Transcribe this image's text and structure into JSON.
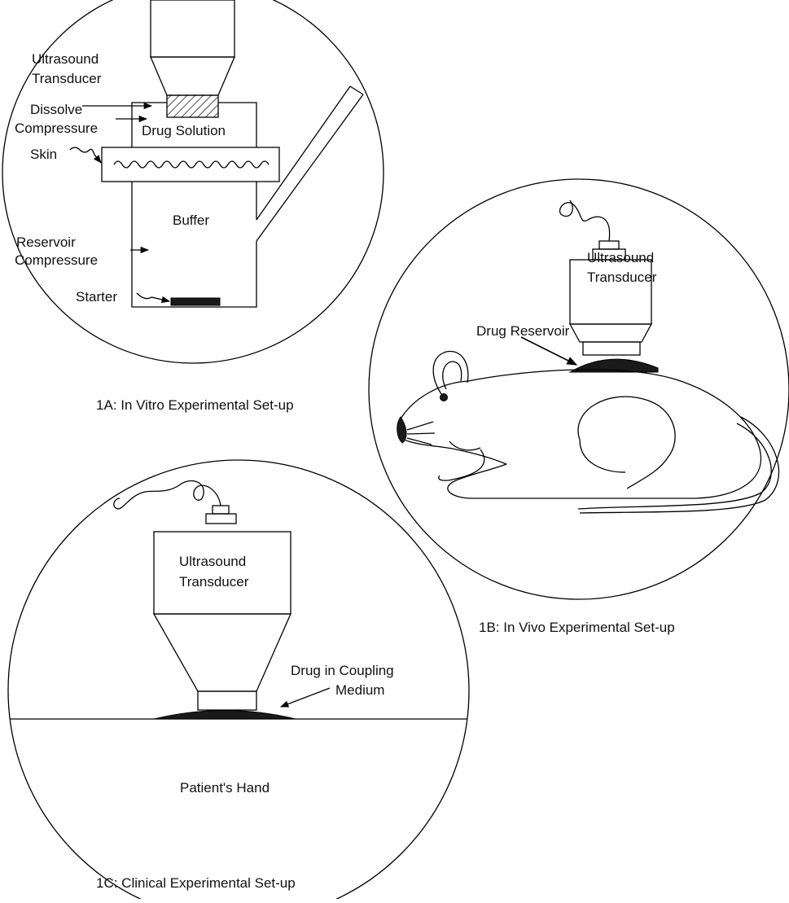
{
  "panel_a": {
    "labels": {
      "transducer_line1": "Ultrasound",
      "transducer_line2": "Transducer",
      "dissolve_line1": "Dissolve",
      "dissolve_line2": "Compressure",
      "drug_solution": "Drug Solution",
      "skin": "Skin",
      "buffer": "Buffer",
      "reservoir_line1": "Reservoir",
      "reservoir_line2": "Compressure",
      "starter": "Starter"
    },
    "caption": "1A: In Vitro Experimental Set-up"
  },
  "panel_b": {
    "labels": {
      "transducer_line1": "Ultrasound",
      "transducer_line2": "Transducer",
      "drug_reservoir": "Drug Reservoir"
    },
    "caption": "1B: In Vivo Experimental Set-up"
  },
  "panel_c": {
    "labels": {
      "transducer_line1": "Ultrasound",
      "transducer_line2": "Transducer",
      "drug_line1": "Drug in Coupling",
      "drug_line2": "Medium",
      "hand": "Patient's Hand"
    },
    "caption": "1C: Clinical Experimental Set-up"
  },
  "colors": {
    "line": "#000000",
    "fill_dark": "#1a1a1a",
    "background": "#ffffff"
  }
}
